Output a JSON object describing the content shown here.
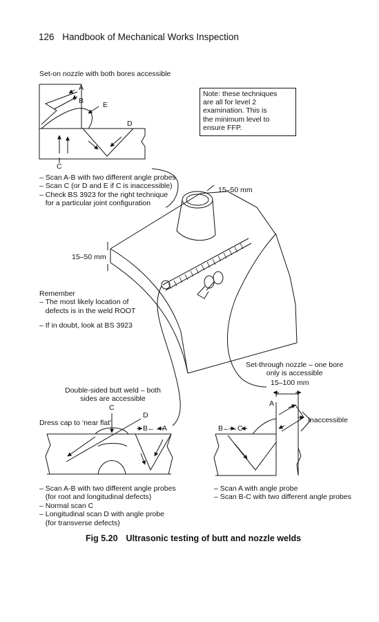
{
  "header": {
    "page_number": "126",
    "book_title": "Handbook of Mechanical Works Inspection"
  },
  "seton": {
    "title": "Set-on nozzle with both bores accessible",
    "labels": {
      "a": "A",
      "b": "B",
      "c": "C",
      "d": "D",
      "e": "E"
    },
    "notes": [
      "– Scan A-B with two different angle probes",
      "– Scan C (or D and E if C is inaccessible)",
      "– Check BS 3923 for the right technique",
      "   for a particular joint configuration"
    ]
  },
  "note_box": {
    "lines": [
      "Note: these techniques",
      "are all for level 2",
      "examination. This is",
      "the minimum level to",
      "ensure FFP."
    ]
  },
  "dimensions": {
    "nozzle_dim": "15–50 mm",
    "plate_dim": "15–50 mm",
    "setthrough_dim": "15–100 mm"
  },
  "remember": {
    "title": "Remember",
    "lines": [
      "– The most likely location of",
      "   defects is in the weld ROOT"
    ],
    "doubt": "– If in doubt, look at BS 3923"
  },
  "setthrough": {
    "title_lines": [
      "Set-through nozzle – one bore",
      "only is accessible"
    ],
    "labels": {
      "a": "A",
      "bc": "B←→C",
      "inaccessible": "Inaccessible"
    },
    "notes": [
      "– Scan A with angle probe",
      "– Scan B-C with two different angle probes"
    ]
  },
  "buttweld": {
    "title_lines": [
      "Double-sided butt weld – both",
      "sides are accessible"
    ],
    "labels": {
      "c": "C",
      "d": "D",
      "ba": "B←→A",
      "dress_cap": "Dress cap to ‘near flat’"
    },
    "notes": [
      "– Scan A-B with two different angle probes",
      "   (for root and longitudinal defects)",
      "– Normal scan C",
      "– Longitudinal scan D with angle probe",
      "   (for transverse defects)"
    ]
  },
  "caption": {
    "fig": "Fig 5.20",
    "title": "Ultrasonic testing of butt and nozzle welds"
  }
}
